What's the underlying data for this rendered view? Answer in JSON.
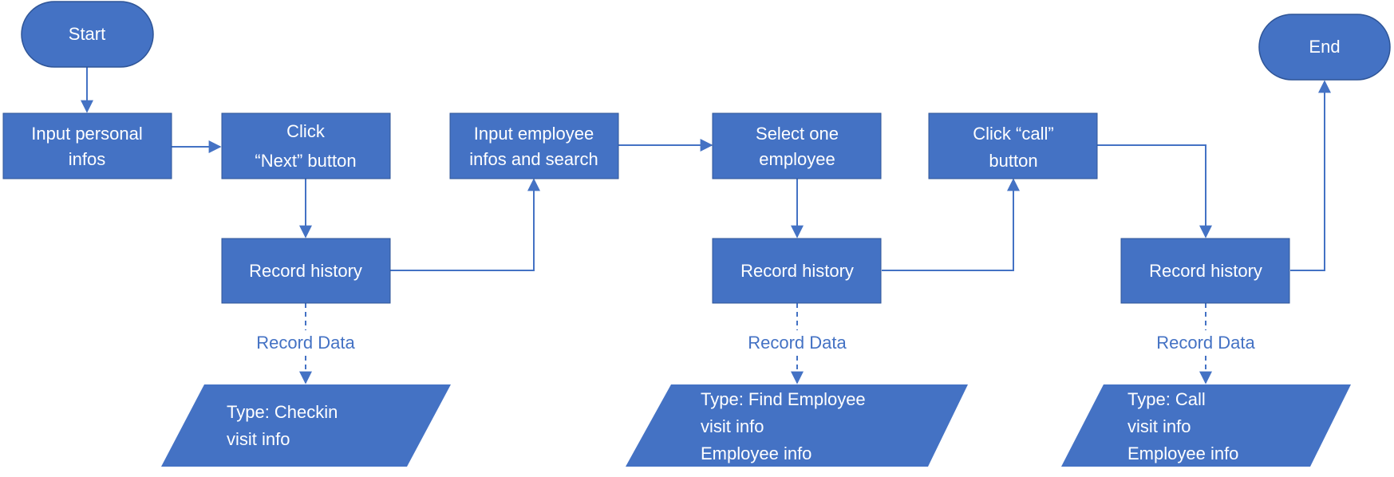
{
  "diagram": {
    "start": "Start",
    "end": "End",
    "step1": [
      "Input personal",
      "infos"
    ],
    "step2": [
      "Click",
      "“Next” button"
    ],
    "step3": [
      "Input employee",
      "infos and search"
    ],
    "step4": [
      "Select one",
      "employee"
    ],
    "step5": [
      "Click “call”",
      "button"
    ],
    "record1": "Record history",
    "record2": "Record history",
    "record3": "Record history",
    "data_label1": "Record Data",
    "data_label2": "Record Data",
    "data_label3": "Record Data",
    "data1": [
      "Type: Checkin",
      "visit info"
    ],
    "data2": [
      "Type: Find Employee",
      "visit info",
      "Employee info"
    ],
    "data3": [
      "Type: Call",
      "visit info",
      "Employee info"
    ]
  },
  "colors": {
    "fill": "#4472C4",
    "border": "#2F5597",
    "text": "#FFFFFF"
  }
}
